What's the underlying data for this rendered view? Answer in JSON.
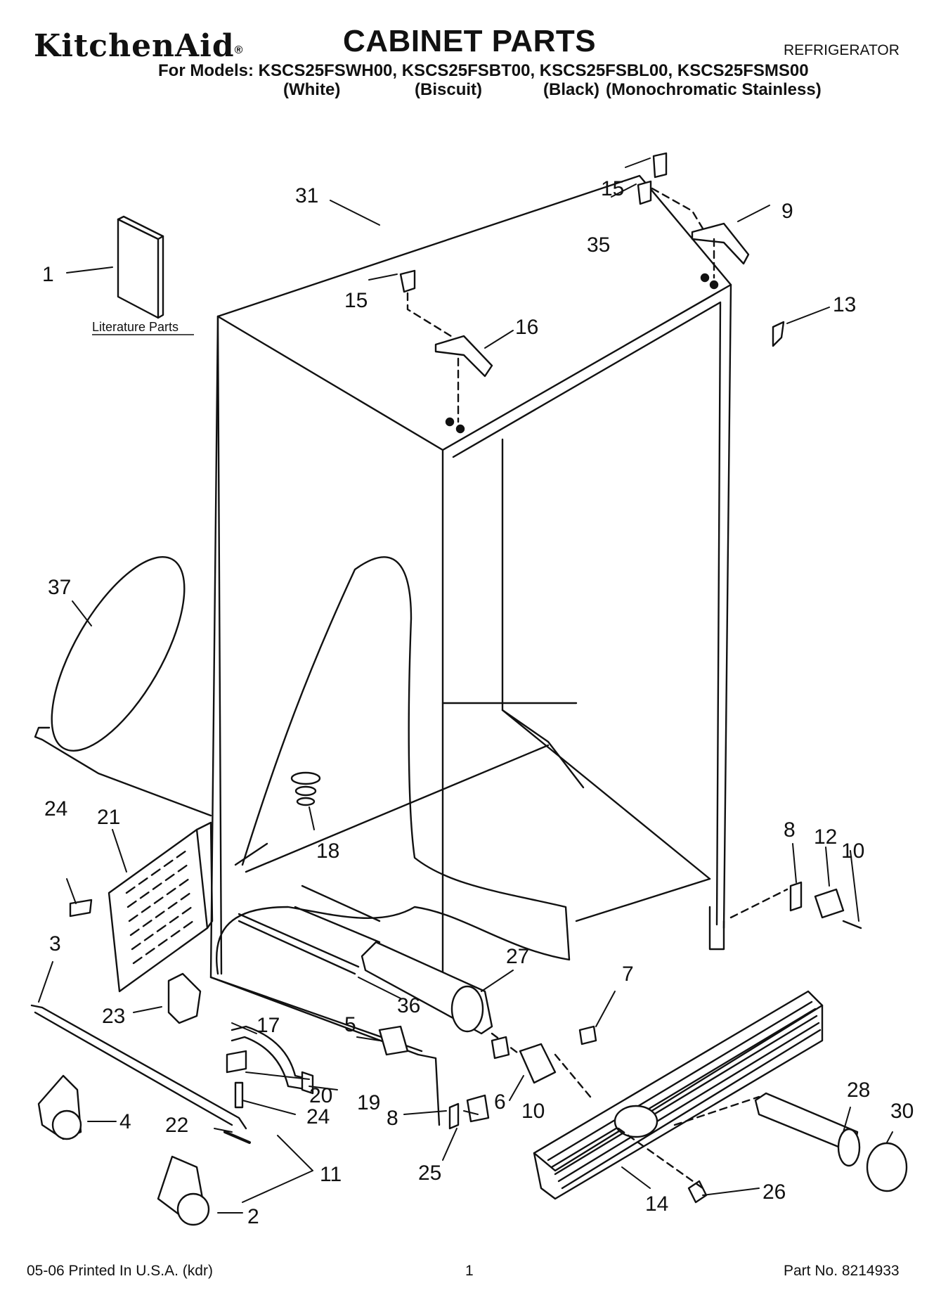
{
  "header": {
    "brand": "KitchenAid",
    "title": "CABINET PARTS",
    "category": "REFRIGERATOR",
    "models_line": "For Models: KSCS25FSWH00, KSCS25FSBT00, KSCS25FSBL00, KSCS25FSMS00",
    "variants": [
      "(White)",
      "(Biscuit)",
      "(Black)",
      "(Monochromatic Stainless)"
    ]
  },
  "literature_label": "Literature Parts",
  "part_labels": [
    "31",
    "15",
    "35",
    "9",
    "1",
    "15",
    "16",
    "13",
    "37",
    "18",
    "24",
    "21",
    "8",
    "12",
    "10",
    "3",
    "27",
    "7",
    "23",
    "17",
    "36",
    "5",
    "20",
    "19",
    "24",
    "8",
    "6",
    "10",
    "28",
    "30",
    "22",
    "4",
    "11",
    "25",
    "2",
    "14",
    "26"
  ],
  "footer": {
    "printed": "05-06 Printed In U.S.A. (kdr)",
    "page": "1",
    "part_no": "Part No. 8214933"
  }
}
